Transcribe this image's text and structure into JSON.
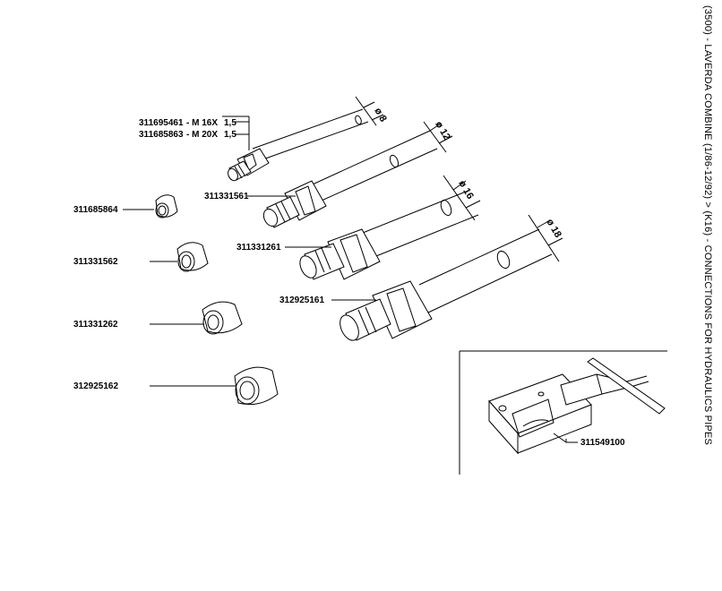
{
  "side_title": "(3500) - LAVERDA COMBINE (1/86-12/92) > (K16) - CONNECTIONS FOR HYDRAULICS PIPES",
  "callouts": {
    "c1a_code": "311695461",
    "c1a_spec": "- M 16X",
    "c1a_pitch": "1,5",
    "c1b_code": "311685863",
    "c1b_spec": "- M 20X",
    "c1b_pitch": "1,5",
    "c2": "311331561",
    "c3": "311331261",
    "c4": "312925161",
    "r1": "311685864",
    "r2": "311331562",
    "r3": "311331262",
    "r4": "312925162",
    "tool": "311549100"
  },
  "diameters": {
    "d1": "ø 8",
    "d2": "ø 12",
    "d3": "ø 16",
    "d4": "ø 18"
  }
}
